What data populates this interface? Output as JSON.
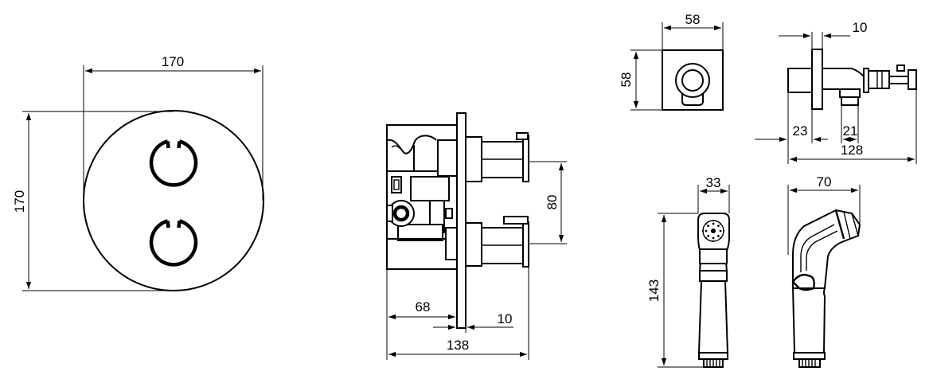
{
  "dimensions": {
    "front_width": "170",
    "front_height": "170",
    "side_spacing": "80",
    "side_depth_1": "68",
    "side_depth_2": "10",
    "side_total": "138",
    "outlet_width": "58",
    "outlet_height": "58",
    "outlet_side_thickness": "10",
    "outlet_side_a": "23",
    "outlet_side_b": "21",
    "outlet_side_total": "128",
    "handshower_width": "33",
    "handshower_length": "143",
    "handshower_side_width": "70"
  }
}
